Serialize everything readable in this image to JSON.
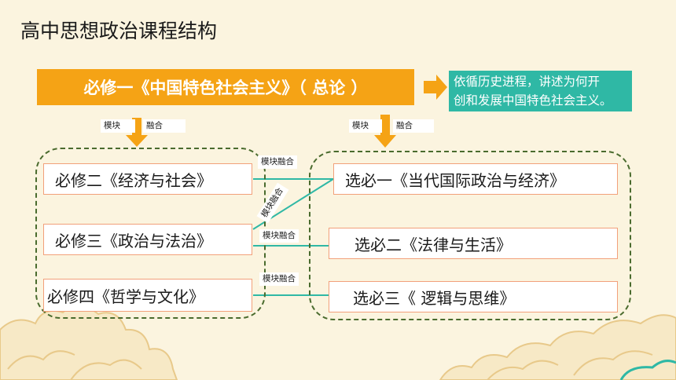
{
  "slide": {
    "title": "高中思想政治课程结构"
  },
  "main_course": "必修一《中国特色社会主义》（ 总论 ）",
  "note": {
    "line1": "依循历史进程，讲述为何开",
    "line2": "创和发展中国特色社会主义。"
  },
  "top_tags": {
    "left_word1": "模块",
    "left_word2": "融合",
    "right_word1": "模块",
    "right_word2": "融合"
  },
  "required_courses": [
    "必修二《经济与社会》",
    "必修三《政治与法治》",
    "必修四《哲学与文化》"
  ],
  "elective_courses": [
    "选必一《当代国际政治与经济》",
    "选必二《法律与生活》",
    "选必三《 逻辑与思维》"
  ],
  "link_tags": [
    "模块融合",
    "模块融合",
    "模块融合",
    "模块融合"
  ],
  "colors": {
    "background": "#fbf4df",
    "main_box": "#f5a315",
    "note_box": "#2fb8a5",
    "arrow": "#f5a315",
    "link_line": "#2fb8a5",
    "group_border": "#4a6b2e",
    "course_border": "#f2a07a",
    "cloud": "#e8c98a"
  },
  "icons": [
    "right-arrow-icon",
    "down-arrow-icon",
    "cloud-decoration"
  ]
}
